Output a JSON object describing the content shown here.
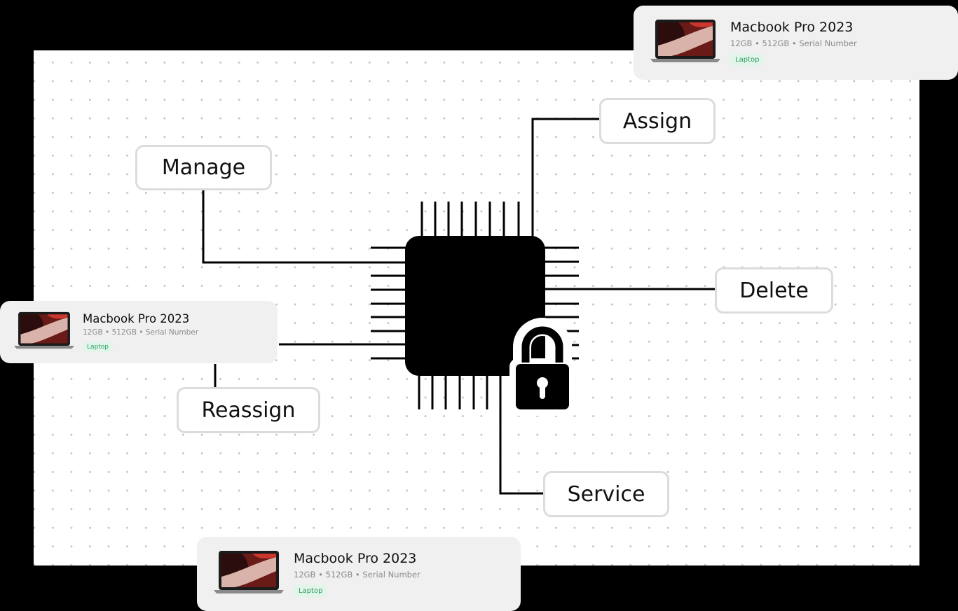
{
  "diagram": {
    "actions": {
      "manage": "Manage",
      "assign": "Assign",
      "delete": "Delete",
      "reassign": "Reassign",
      "service": "Service"
    },
    "chip_icon": "microchip-icon",
    "lock_icon": "padlock-icon"
  },
  "cards": [
    {
      "title": "Macbook Pro 2023",
      "specs": "12GB • 512GB • Serial Number",
      "tag": "Laptop",
      "icon": "laptop-icon"
    },
    {
      "title": "Macbook Pro 2023",
      "specs": "12GB • 512GB • Serial Number",
      "tag": "Laptop",
      "icon": "laptop-icon"
    },
    {
      "title": "Macbook Pro 2023",
      "specs": "12GB • 512GB • Serial Number",
      "tag": "Laptop",
      "icon": "laptop-icon"
    }
  ],
  "colors": {
    "background": "#000000",
    "canvas": "#ffffff",
    "dots": "#c7c7c7",
    "card": "#f0f0f0",
    "tag_bg": "#e2f5ea",
    "tag_text": "#2c9a5c",
    "lines": "#000000"
  }
}
